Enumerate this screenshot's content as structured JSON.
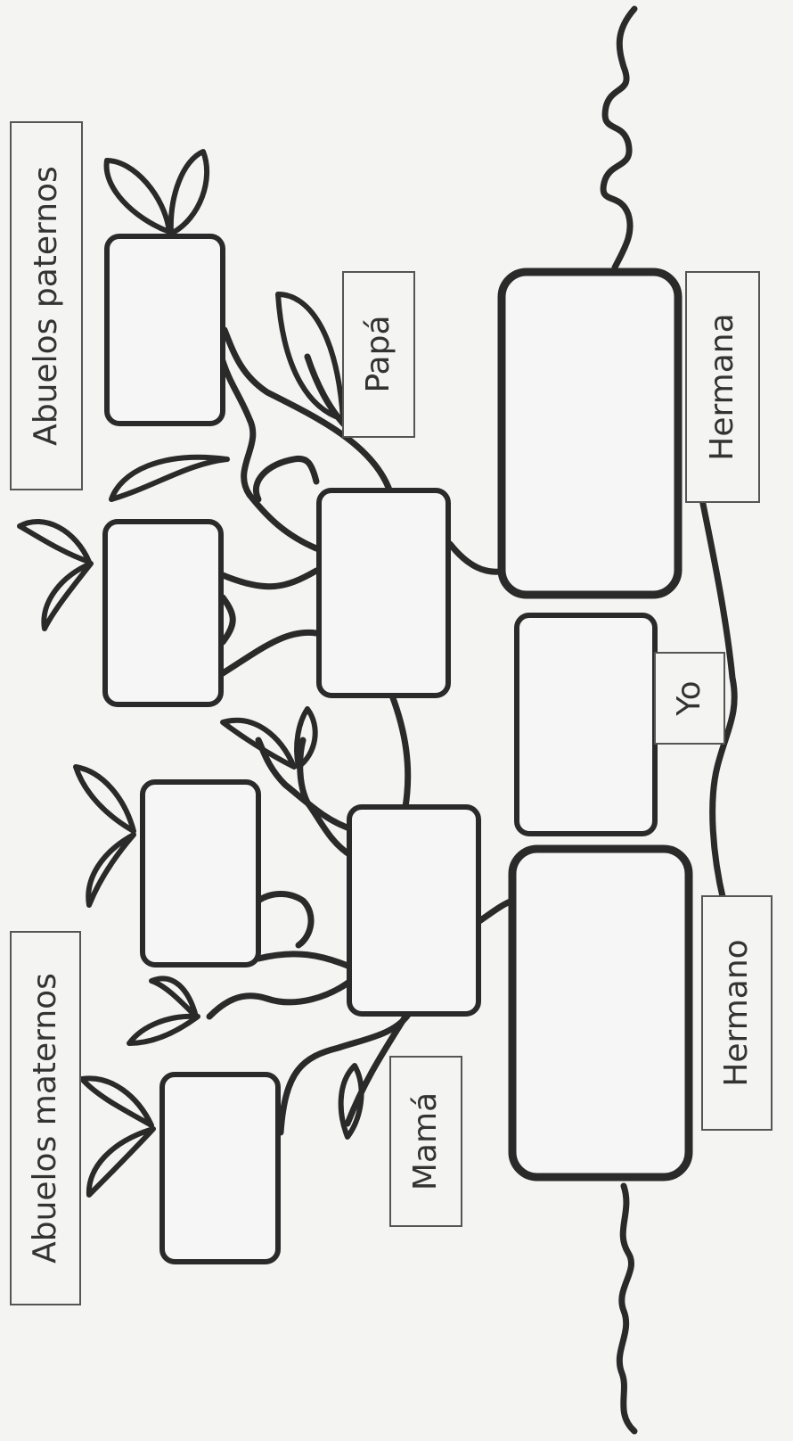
{
  "labels": {
    "paternal": "Abuelos paternos",
    "maternal": "Abuelos maternos",
    "dad": "Papá",
    "mom": "Mamá",
    "me": "Yo",
    "sister": "Hermana",
    "brother": "Hermano"
  },
  "colors": {
    "ink": "#2a2a2a",
    "paper": "#f4f4f2",
    "box": "#f6f6f6",
    "label_border": "#555555"
  }
}
